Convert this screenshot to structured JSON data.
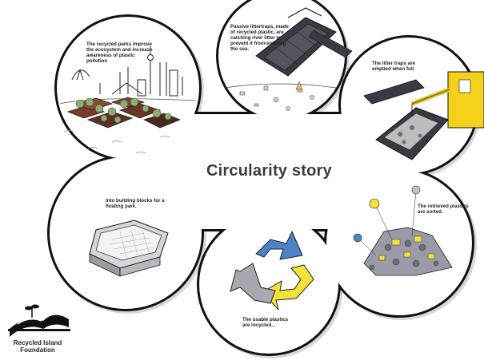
{
  "title": "Circularity story",
  "captions": {
    "parks": "The recycled parks improve the ecosystem and increase awareness of plastic pollution",
    "littertraps": "Passive littertraps, made of recycled plastic, are catching river litter to prevent it from entering the sea.",
    "emptied": "The litter traps are emptied when full",
    "sorted": "The retrieved plastics are sorted.",
    "recycled": "The usable plastics are recycled...",
    "blocks": "Into building blocks for a floating park."
  },
  "logo": {
    "line1": "Recycled Island",
    "line2": "Foundation"
  },
  "colors": {
    "recycle_blue": "#4d82c4",
    "recycle_yellow": "#f2e23a",
    "recycle_grey": "#a8a8b0",
    "crane_yellow": "#f4d21c",
    "trap_dark": "#3a3a44"
  }
}
